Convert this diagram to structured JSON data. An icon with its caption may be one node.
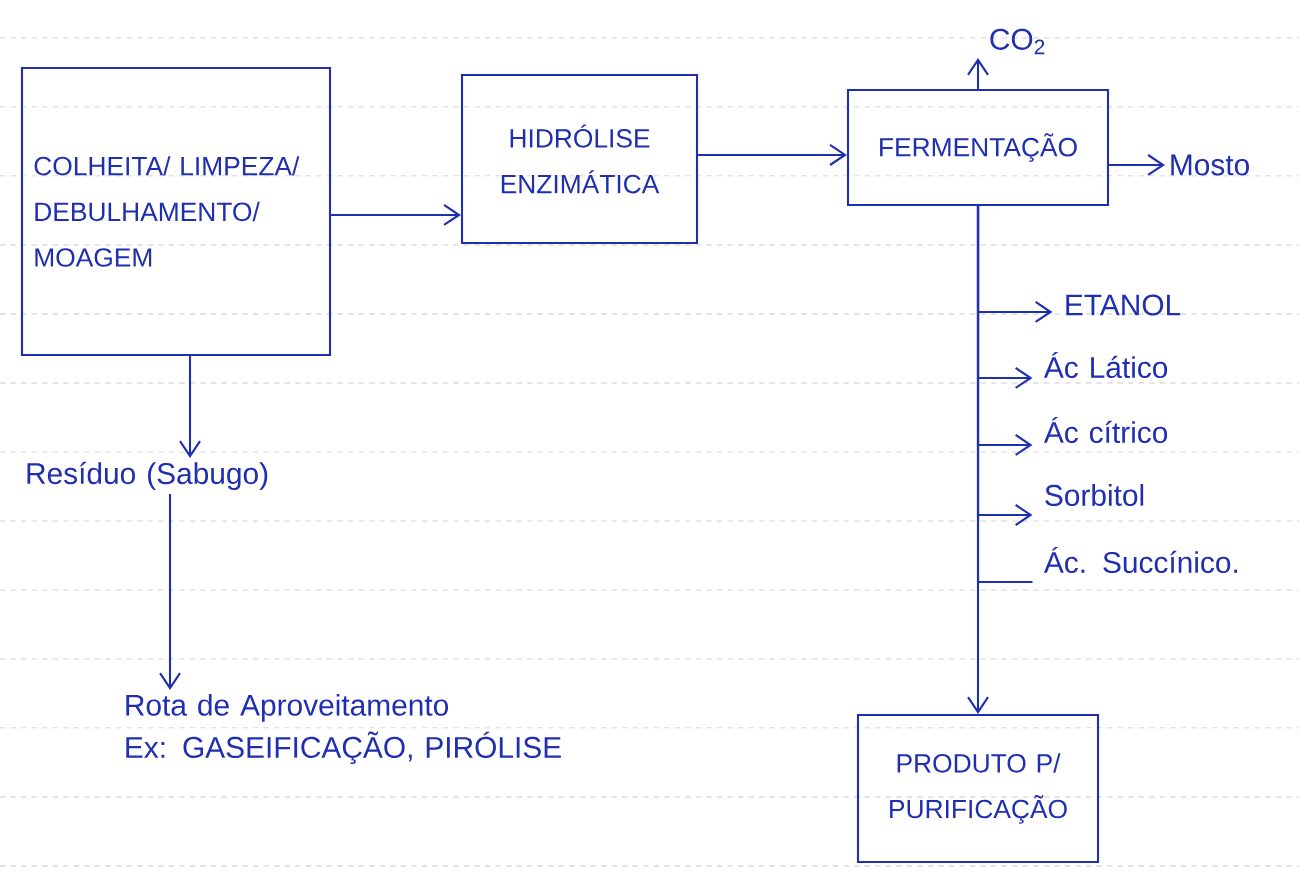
{
  "diagram": {
    "nodes": [
      {
        "text": [
          "COLHEITA/ LIMPEZA/ DEBULHAMENTO/ MOAGEM"
        ]
      },
      {
        "text": [
          "HIDRÓLISE ENZIMÁTICA"
        ]
      },
      {
        "text": [
          "FERMENTAÇÃO"
        ]
      },
      {
        "text": [
          "CO$_{2}$"
        ]
      },
      {
        "text": [
          "Mosto"
        ]
      },
      {
        "text": [
          "ETANOL"
        ]
      },
      {
        "text": [
          "Ác Lático"
        ]
      },
      {
        "text": [
          "Ác cítrico"
        ]
      },
      {
        "text": [
          "Sorbitol"
        ]
      },
      {
        "text": [
          "Ác. Succínico."
        ]
      },
      {
        "text": [
          "Resíduo (Sabugo)"
        ]
      },
      {
        "text": [
          "Rota de Aproveitamento",
          "Ex: GASEIFICAÇÃO, PIRÓLISE"
        ]
      },
      {
        "text": [
          "PRODUTO P/ PURIFICAÇÃO"
        ]
      }
    ],
    "edges": [
      {
        "from": 0,
        "to": 1,
        "arrow": "to"
      },
      {
        "from": 1,
        "to": 2,
        "arrow": "to"
      },
      {
        "from": 2,
        "to": 3,
        "arrow": "to"
      },
      {
        "from": 2,
        "to": 4,
        "arrow": "to"
      },
      {
        "from": 2,
        "to": 5,
        "arrow": "to"
      },
      {
        "from": 2,
        "to": 6,
        "arrow": "to"
      },
      {
        "from": 2,
        "to": 7,
        "arrow": "to"
      },
      {
        "from": 2,
        "to": 8,
        "arrow": "to"
      },
      {
        "from": 2,
        "to": 9,
        "arrow": "none"
      },
      {
        "from": 2,
        "to": 12,
        "arrow": "to"
      },
      {
        "from": 0,
        "to": 10,
        "arrow": "to"
      },
      {
        "from": 10,
        "to": 11,
        "arrow": "to"
      }
    ]
  }
}
